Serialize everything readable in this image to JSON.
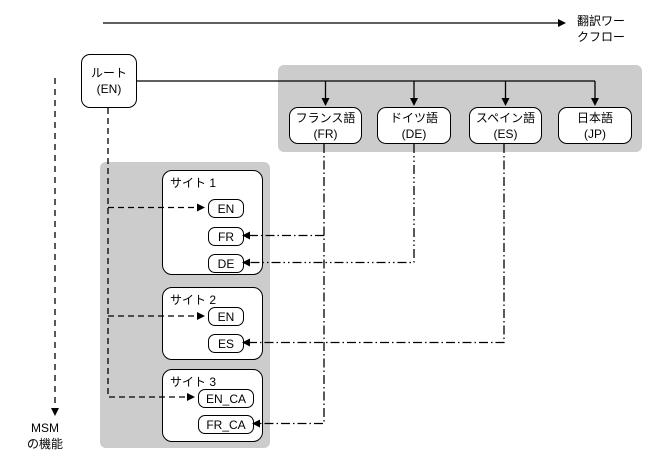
{
  "workflow_arrow": {
    "line1": "翻訳ワー",
    "line2": "クフロー"
  },
  "msm": {
    "line1": "MSM",
    "line2": "の機能"
  },
  "root": {
    "line1": "ルート",
    "line2": "(EN)"
  },
  "languages": [
    {
      "line1": "フランス語",
      "line2": "(FR)"
    },
    {
      "line1": "ドイツ語",
      "line2": "(DE)"
    },
    {
      "line1": "スペイン語",
      "line2": "(ES)"
    },
    {
      "line1": "日本語",
      "line2": "(JP)"
    }
  ],
  "sites": [
    {
      "label": "サイト 1",
      "locales": [
        "EN",
        "FR",
        "DE"
      ]
    },
    {
      "label": "サイト 2",
      "locales": [
        "EN",
        "ES"
      ]
    },
    {
      "label": "サイト 3",
      "locales": [
        "EN_CA",
        "FR_CA"
      ]
    }
  ],
  "edges": [
    {
      "from": "ルート (EN)",
      "to": "フランス語 (FR)",
      "style": "solid"
    },
    {
      "from": "ルート (EN)",
      "to": "ドイツ語 (DE)",
      "style": "solid"
    },
    {
      "from": "ルート (EN)",
      "to": "スペイン語 (ES)",
      "style": "solid"
    },
    {
      "from": "ルート (EN)",
      "to": "日本語 (JP)",
      "style": "solid"
    },
    {
      "from": "ルート (EN)",
      "to": "サイト 1 EN",
      "style": "dashed"
    },
    {
      "from": "ルート (EN)",
      "to": "サイト 2 EN",
      "style": "dashed"
    },
    {
      "from": "ルート (EN)",
      "to": "サイト 3 EN_CA",
      "style": "dashed"
    },
    {
      "from": "フランス語 (FR)",
      "to": "サイト 1 FR",
      "style": "dash-dot"
    },
    {
      "from": "フランス語 (FR)",
      "to": "サイト 3 FR_CA",
      "style": "dash-dot"
    },
    {
      "from": "ドイツ語 (DE)",
      "to": "サイト 1 DE",
      "style": "dash-dot-dot"
    },
    {
      "from": "スペイン語 (ES)",
      "to": "サイト 2 ES",
      "style": "dash-dot"
    }
  ],
  "colors": {
    "container_gray": "#cccccc",
    "line": "#000000",
    "box_bg": "#ffffff"
  }
}
